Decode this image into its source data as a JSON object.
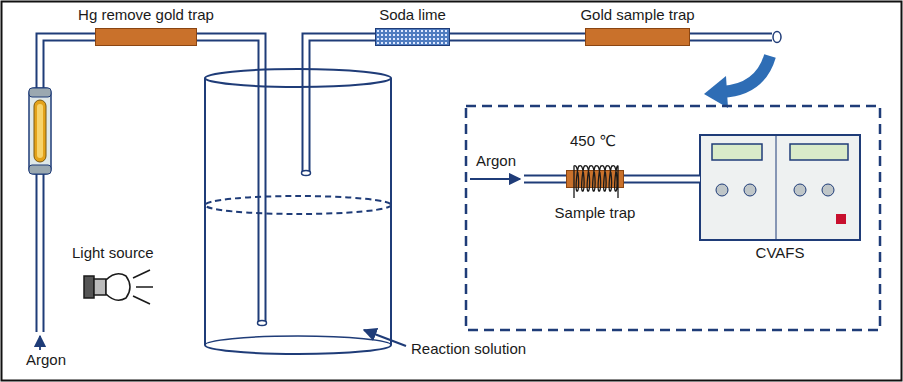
{
  "diagram": {
    "nodes": [
      {
        "text": [
          "Hg remove gold trap"
        ]
      },
      {
        "text": [
          "Soda lime"
        ]
      },
      {
        "text": [
          "Gold sample trap"
        ]
      },
      {
        "text": [
          "Sample trap"
        ]
      },
      {
        "text": [
          "CVAFS"
        ]
      }
    ],
    "edges": [
      {
        "from": 1,
        "to": 2,
        "arrow": "none"
      },
      {
        "from": 3,
        "to": 4,
        "arrow": "none"
      }
    ],
    "labels": [
      "Argon",
      "Light source",
      "Reaction solution",
      "450 ℃",
      "Argon"
    ]
  }
}
